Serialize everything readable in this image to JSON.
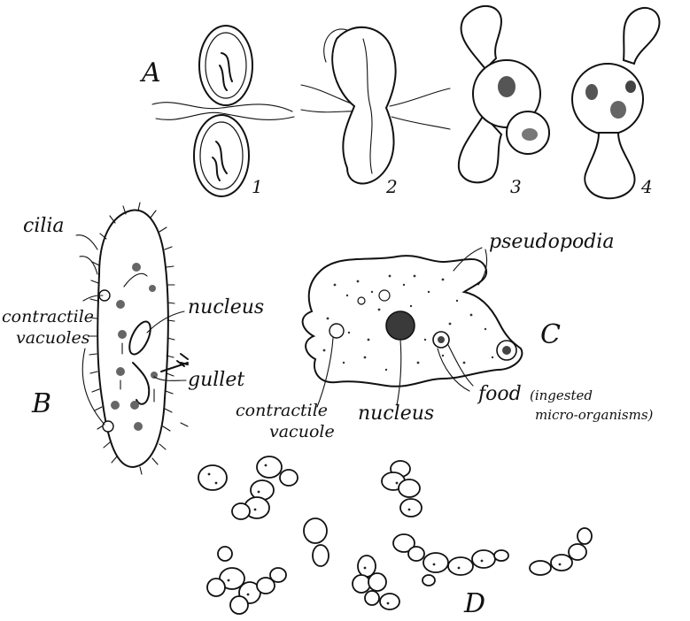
{
  "figure": {
    "panel_letters": {
      "a": "A",
      "b": "B",
      "c": "C",
      "d": "D"
    },
    "stage_numbers": [
      "1",
      "2",
      "3",
      "4"
    ],
    "labels": {
      "cilia": "cilia",
      "contractile_vacuoles_line1": "contractile",
      "contractile_vacuoles_line2": "vacuoles",
      "nucleus_b": "nucleus",
      "gullet": "gullet",
      "pseudopodia": "pseudopodia",
      "contractile_vacuole_line1": "contractile",
      "contractile_vacuole_line2": "vacuole",
      "nucleus_c": "nucleus",
      "food": "food",
      "food_note_line1": "(ingested",
      "food_note_line2": "micro-organisms)"
    }
  }
}
